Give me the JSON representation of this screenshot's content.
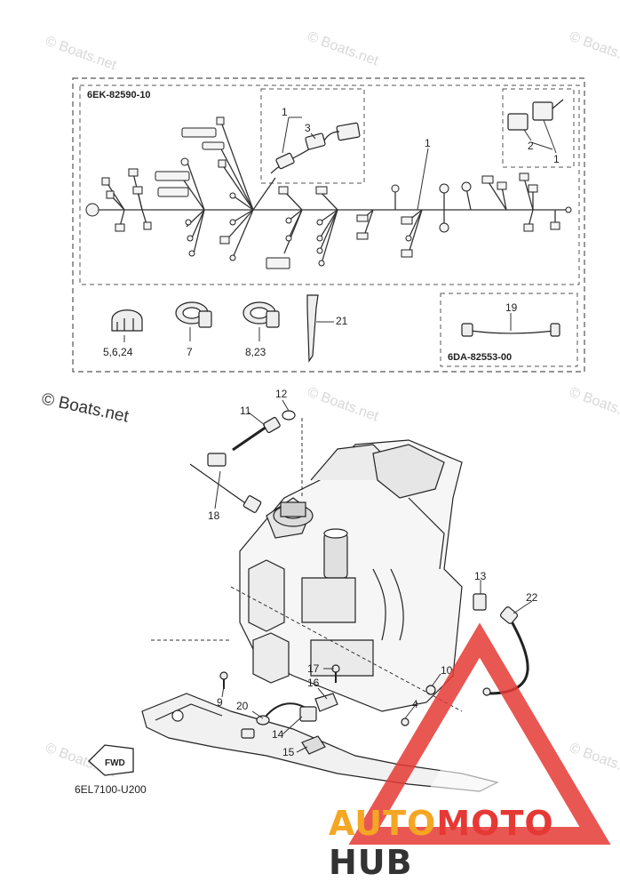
{
  "diagram": {
    "kit_code_main": "6EK-82590-10",
    "kit_code_sub": "6DA-82553-00",
    "figure_code": "6EL7100-U200",
    "fwd_label": "FWD",
    "watermark": "© Boats.net",
    "watermark_large": "© Boats.net",
    "callouts": {
      "c1a": "1",
      "c3": "3",
      "c1b": "1",
      "c2": "2",
      "c1c": "1",
      "c5_6_24": "5,6,24",
      "c7": "7",
      "c8_23": "8,23",
      "c21": "21",
      "c19": "19",
      "c12": "12",
      "c11": "11",
      "c18": "18",
      "c13": "13",
      "c22": "22",
      "c10": "10",
      "c17": "17",
      "c16": "16",
      "c9": "9",
      "c20": "20",
      "c4": "4",
      "c14": "14",
      "c15": "15"
    }
  },
  "brand": {
    "part1": "AUTO",
    "part2": "MOTO",
    "part3": "HUB",
    "colors": {
      "auto": "#f5a623",
      "moto": "#e53935",
      "hub": "#333333",
      "triangle": "#e53935"
    }
  }
}
